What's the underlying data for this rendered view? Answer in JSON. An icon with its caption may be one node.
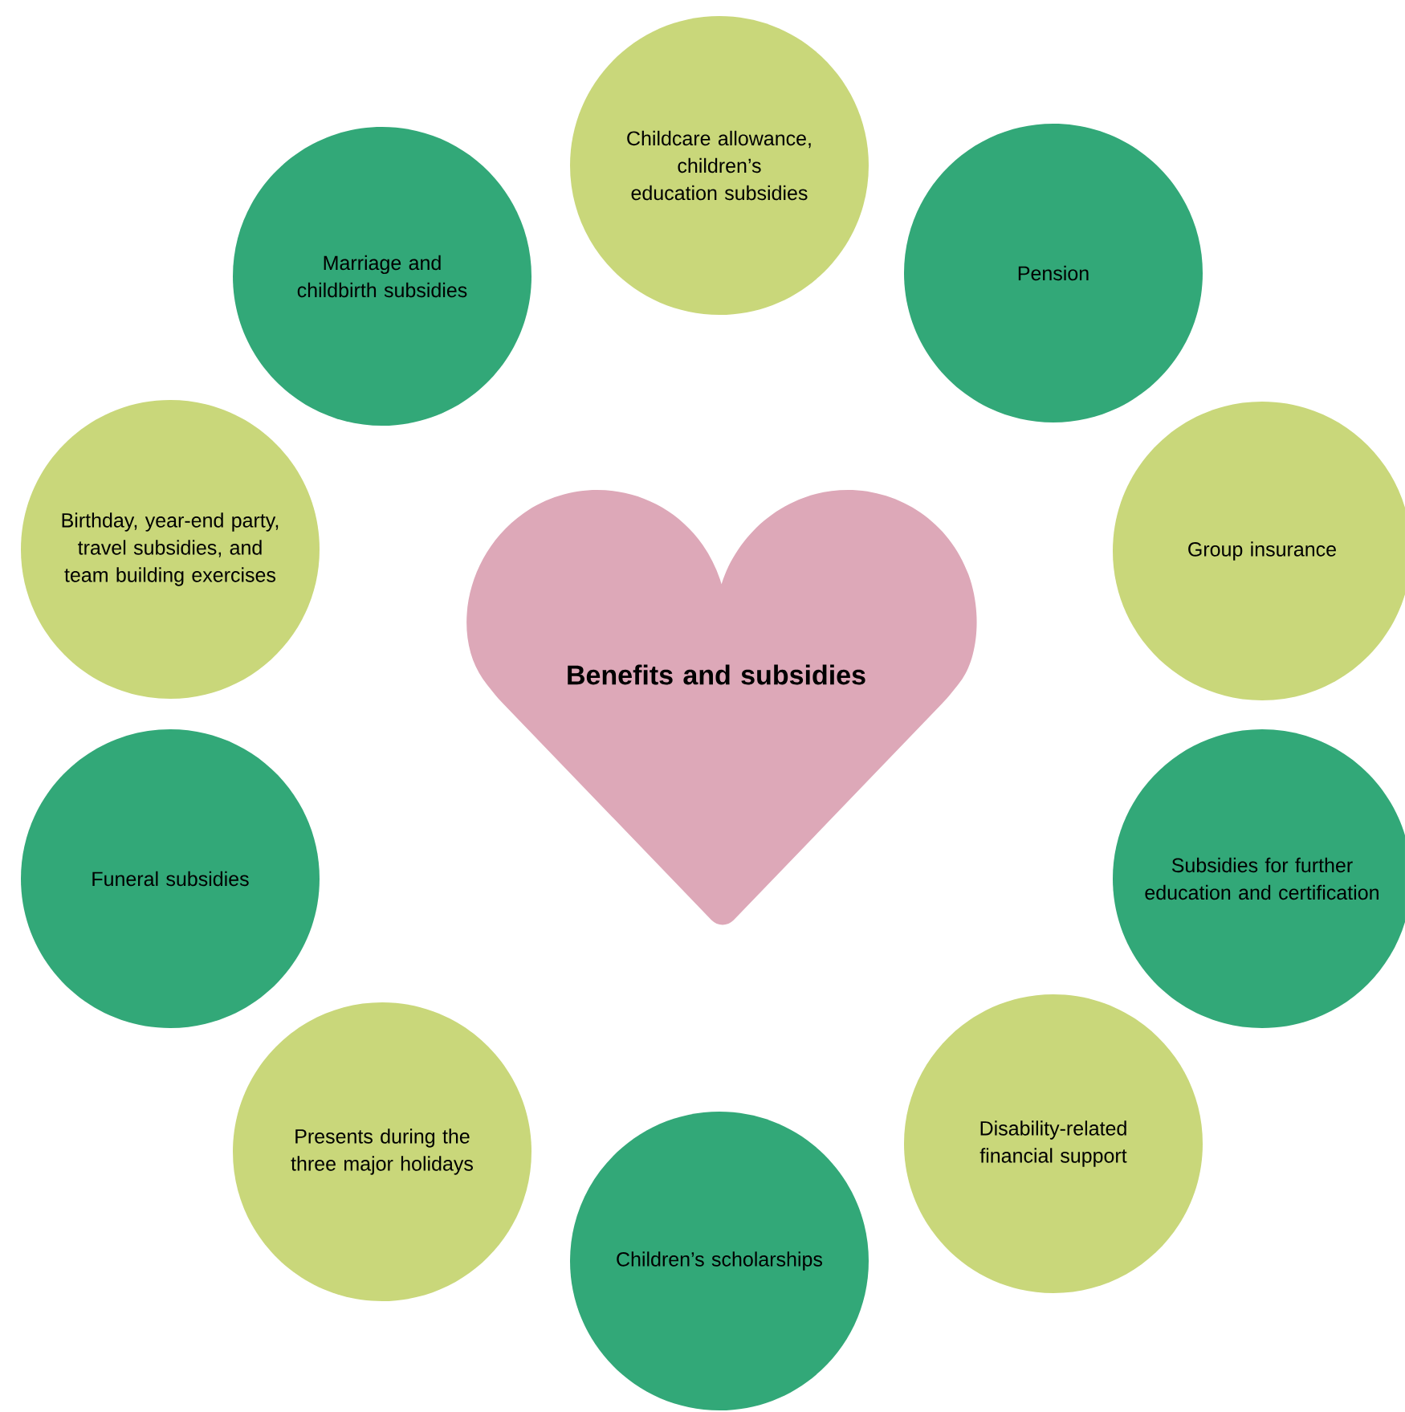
{
  "diagram": {
    "nodes": [
      {
        "text": [
          "Benefits and subsidies"
        ]
      },
      {
        "text": [
          "Childcare allowance, children’s education subsidies"
        ]
      },
      {
        "text": [
          "Pension"
        ]
      },
      {
        "text": [
          "Group insurance"
        ]
      },
      {
        "text": [
          "Subsidies for further education and certification"
        ]
      },
      {
        "text": [
          "Disability-related financial support"
        ]
      },
      {
        "text": [
          "Children’s scholarships"
        ]
      },
      {
        "text": [
          "Presents during the three major holidays"
        ]
      },
      {
        "text": [
          "Funeral subsidies"
        ]
      },
      {
        "text": [
          "Birthday, year-end party, travel subsidies, and team building exercises"
        ]
      },
      {
        "text": [
          "Marriage and childbirth subsidies"
        ]
      }
    ]
  }
}
